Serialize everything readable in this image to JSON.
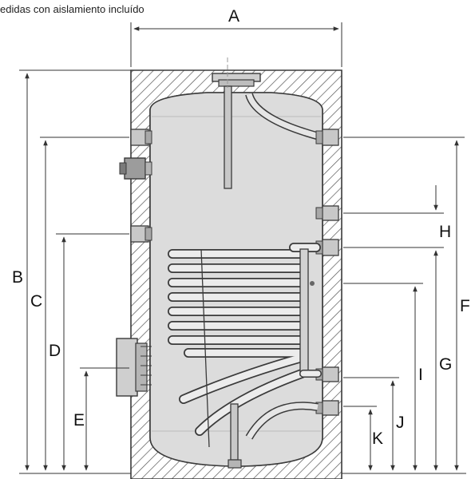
{
  "caption": "edidas con aislamiento incluído",
  "dimension_labels": {
    "A": "A",
    "B": "B",
    "C": "C",
    "D": "D",
    "E": "E",
    "F": "F",
    "G": "G",
    "H": "H",
    "I": "I",
    "J": "J",
    "K": "K"
  },
  "colors": {
    "tank_fill": "#dcdcdc",
    "outline": "#3a3a3a",
    "dimension_line": "#333333",
    "background": "#ffffff"
  }
}
